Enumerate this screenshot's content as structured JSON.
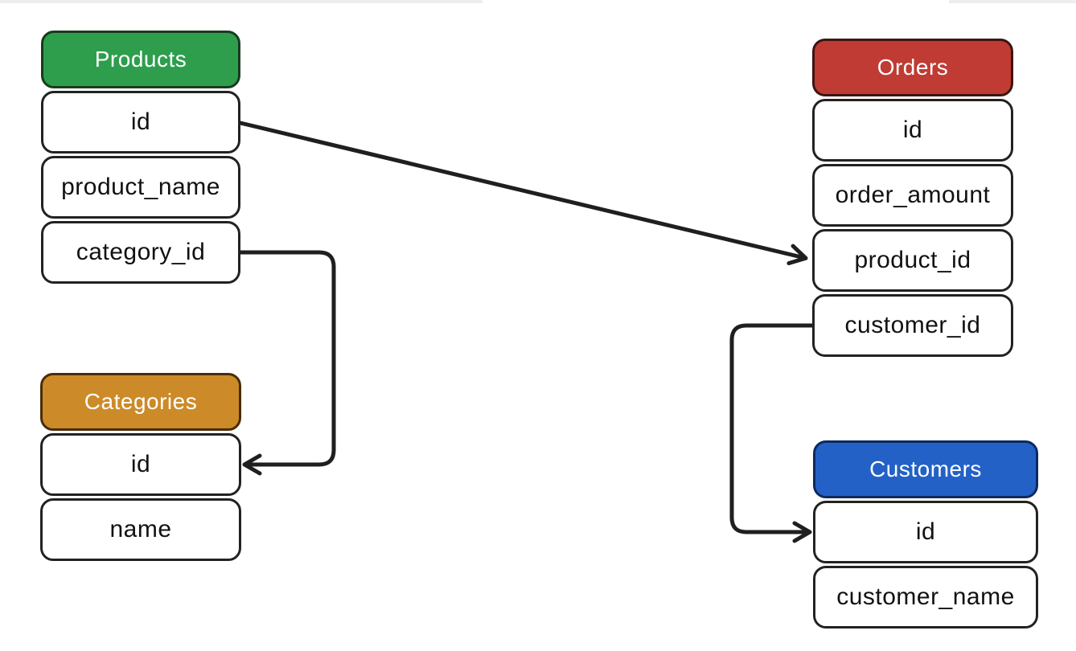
{
  "diagram": {
    "background_color": "#ffffff",
    "stroke_color": "#1f1f1f",
    "tables": {
      "products": {
        "title": "Products",
        "header_color": "#2e9e4d",
        "fields": [
          "id",
          "product_name",
          "category_id"
        ]
      },
      "orders": {
        "title": "Orders",
        "header_color": "#bf3b33",
        "fields": [
          "id",
          "order_amount",
          "product_id",
          "customer_id"
        ]
      },
      "categories": {
        "title": "Categories",
        "header_color": "#cc8b28",
        "fields": [
          "id",
          "name"
        ]
      },
      "customers": {
        "title": "Customers",
        "header_color": "#2361c6",
        "fields": [
          "id",
          "customer_name"
        ]
      }
    },
    "relations": [
      {
        "from": "Products.id",
        "to": "Orders.product_id"
      },
      {
        "from": "Products.category_id",
        "to": "Categories.id"
      },
      {
        "from": "Orders.customer_id",
        "to": "Customers.id"
      }
    ]
  }
}
